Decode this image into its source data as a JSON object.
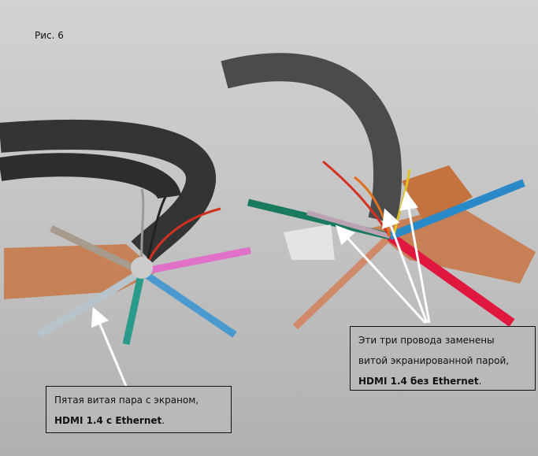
{
  "figure_label": "Рис. 6",
  "callout_left": {
    "line1": "Пятая витая пара с экраном,",
    "line2_bold": "HDMI 1.4 с Ethernet",
    "line2_tail": "."
  },
  "callout_right": {
    "line1": "Эти три провода заменены",
    "line2": "витой экранированной парой,",
    "line3_bold": "HDMI 1.4 без Ethernet",
    "line3_tail": "."
  },
  "colors": {
    "background": "#c4c4c4",
    "cable": "#3a3c3c",
    "copper": "#c8784a",
    "arrow": "#ffffff"
  }
}
